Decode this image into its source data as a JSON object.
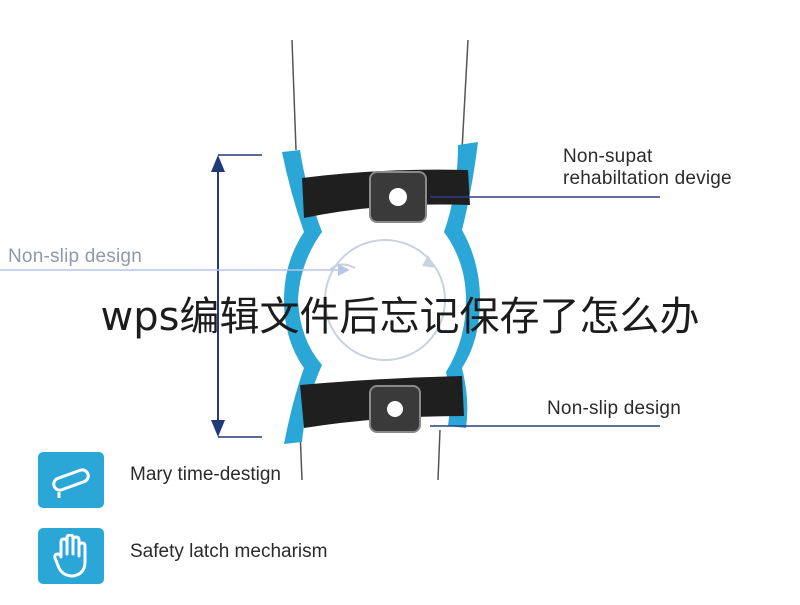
{
  "diagram": {
    "left_label": "Non-slip design",
    "right_top_label_line1": "Non-supat",
    "right_top_label_line2": "rehabiltation devige",
    "right_bottom_label": "Non-slip design",
    "overlay_title": "wps编辑文件后忘记保存了怎么办",
    "features": [
      {
        "label": "Mary time-destign",
        "icon": "brace-strap-icon"
      },
      {
        "label": "Safety latch mecharism",
        "icon": "hand-icon"
      }
    ],
    "colors": {
      "brace_blue": "#2aa6d7",
      "strap_black": "#1f1f1f",
      "arrow_navy": "#233a7a",
      "pointer_line": "#2b3f86"
    }
  }
}
